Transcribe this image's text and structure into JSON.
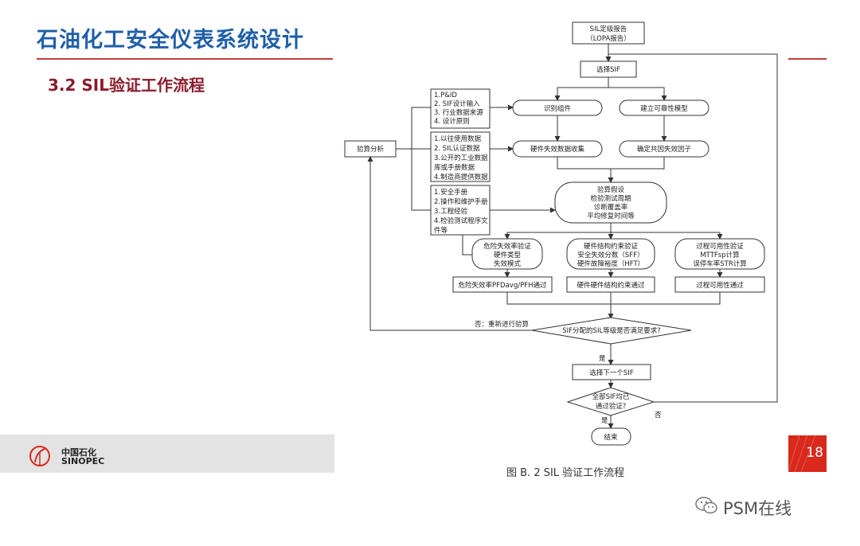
{
  "slide": {
    "title": "石油化工安全仪表系统设计",
    "subtitle": "3.2  SIL验证工作流程",
    "page_number": "18",
    "caption": "图 B. 2   SIL 验证工作流程",
    "logo": {
      "cn": "中国石化",
      "en": "SINOPEC"
    },
    "watermark": "PSM在线"
  },
  "flow": {
    "report": [
      "SIL定级报告",
      "（LOPA报告）"
    ],
    "select_sif": "选择SIF",
    "identify": "识别组件",
    "reliability_model": "建立可靠性模型",
    "input1": [
      "1.P&ID",
      "2. SIF设计输入",
      "3. 行业数据来源",
      "4. 设计原则"
    ],
    "failure_data": "硬件失效数据收集",
    "common_cause": "确定共因失效因子",
    "input2": [
      "1.以往使用数据",
      "2. SIL认证数据",
      "3.公开的工业数据",
      "库或手册数据",
      "4.制造商提供数据"
    ],
    "calc": "验算分析",
    "assumptions": [
      "验算假设",
      "检验测试周期",
      "诊断覆盖率",
      "平均修复时间等"
    ],
    "input3": [
      "1.安全手册",
      "2.操作和维护手册",
      "3.工程经验",
      "4.检验测试程序文",
      "件等"
    ],
    "verify1": [
      "危险失效率验证",
      "硬件类型",
      "失效模式"
    ],
    "verify2": [
      "硬件结构约束验证",
      "安全失效分数（SFF）",
      "硬件故障裕度（HFT）"
    ],
    "verify3": [
      "过程可用性验证",
      "MTTFsp计算",
      "误停车率STR计算"
    ],
    "pass1": "危险失效率PFDavg/PFH通过",
    "pass2": "硬件硬件结构约束通过",
    "pass3": "过程可用性通过",
    "decision1": "SIF分配的SIL等级是否满足要求?",
    "no_recalc": "否：重新进行验算",
    "yes1": "是",
    "next_sif": "选择下一个SIF",
    "decision2": [
      "全部SIF均已",
      "通过验证?"
    ],
    "yes2": "是",
    "no2": "否",
    "end": "结束"
  },
  "colors": {
    "title": "#1f5fa8",
    "subtitle": "#8b1c2c",
    "accent": "#d9291c",
    "band": "#e3e3e3"
  }
}
